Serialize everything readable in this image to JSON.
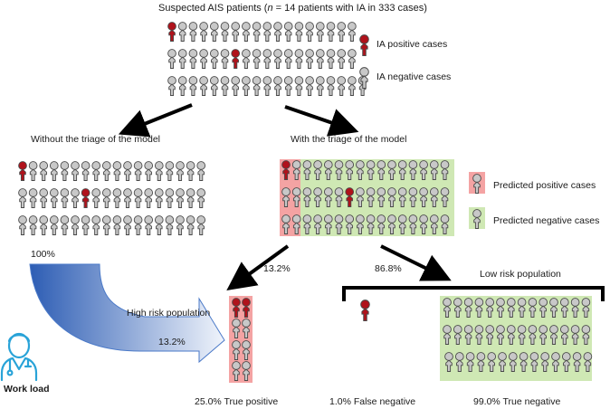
{
  "title": {
    "prefix": "Suspected AIS patients (",
    "n": "n",
    "suffix": " = 14 patients with IA in 333 cases)"
  },
  "legend_top": {
    "positive": "IA positive cases",
    "negative": "IA negative cases"
  },
  "legend_model": {
    "predicted_positive": "Predicted positive cases",
    "predicted_negative": "Predicted negative cases"
  },
  "branches": {
    "without": "Without the triage of the model",
    "with": "With the triage of the model"
  },
  "workload": {
    "percent_full": "100%",
    "percent_reduced": "13.2%",
    "label": "Work load"
  },
  "split": {
    "high_percent": "13.2%",
    "low_percent": "86.8%",
    "high_label": "High risk population",
    "low_label": "Low risk population"
  },
  "results": {
    "true_positive": "25.0% True positive",
    "false_negative": "1.0% False negative",
    "true_negative": "99.0% True negative"
  },
  "colors": {
    "positive_red": "#b0121b",
    "negative_gray": "#c8c8c8",
    "predicted_positive_bg": "#f4a3a3",
    "predicted_negative_bg": "#cfe8b4",
    "workload_arrow": "#3f6fc0",
    "doctor_blue": "#29a3d8"
  },
  "icons": [
    "person-icon",
    "doctor-icon",
    "arrow-icon"
  ]
}
